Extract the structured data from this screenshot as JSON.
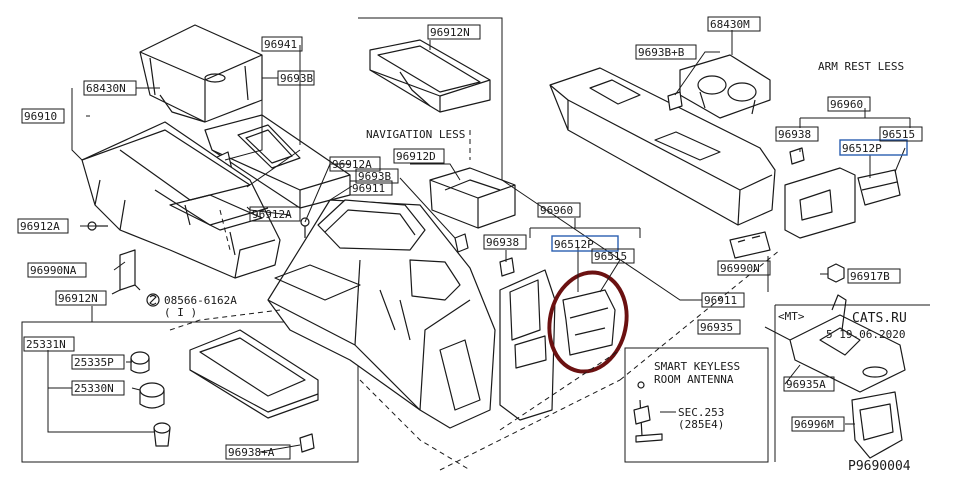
{
  "diagram": {
    "part_labels": {
      "p96941": "96941",
      "p96938_top": "9693B",
      "p68430N": "68430N",
      "p96910": "96910",
      "p96912A_top": "96912A",
      "p96912A_mid": "96912A",
      "p96912A_left": "96912A",
      "p96912D": "96912D",
      "p96938_mid": "9693B",
      "p96911_top": "96911",
      "p96990NA": "96990NA",
      "p96912N_left": "96912N",
      "p08566": "08566-6162A",
      "p08566_qty": "( I )",
      "p96912N_nav": "96912N",
      "p68430M": "68430M",
      "p96938B_top": "9693B+B",
      "p96960_right": "96960",
      "p96938_right": "96938",
      "p96515_right": "96515",
      "p96512P_right": "96512P",
      "p96960_mid": "96960",
      "p96938_center": "96938",
      "p96512P_center": "96512P",
      "p96515_center": "96515",
      "p96990N": "96990N",
      "p96917B": "96917B",
      "p96911_bottom": "96911",
      "p96935": "96935",
      "p96935A": "96935A",
      "p96996M": "96996M",
      "p25331N": "25331N",
      "p25335P": "25335P",
      "p25330N": "25330N",
      "p96938A": "96938+A",
      "sec253": "SEC.253",
      "sec253_sub": "(285E4)"
    },
    "notes": {
      "navigation_less": "NAVIGATION LESS",
      "arm_rest_less": "ARM REST LESS",
      "smart_keyless_1": "SMART KEYLESS",
      "smart_keyless_2": "ROOM ANTENNA",
      "mt": "<MT>",
      "drawing_number": "P9690004",
      "watermark_site": "CATS.RU",
      "watermark_date": "5 19.06.2020"
    },
    "highlights": {
      "highlight_box_color": "#2a5fb0",
      "annotation_circle_color": "#6b1111"
    }
  }
}
